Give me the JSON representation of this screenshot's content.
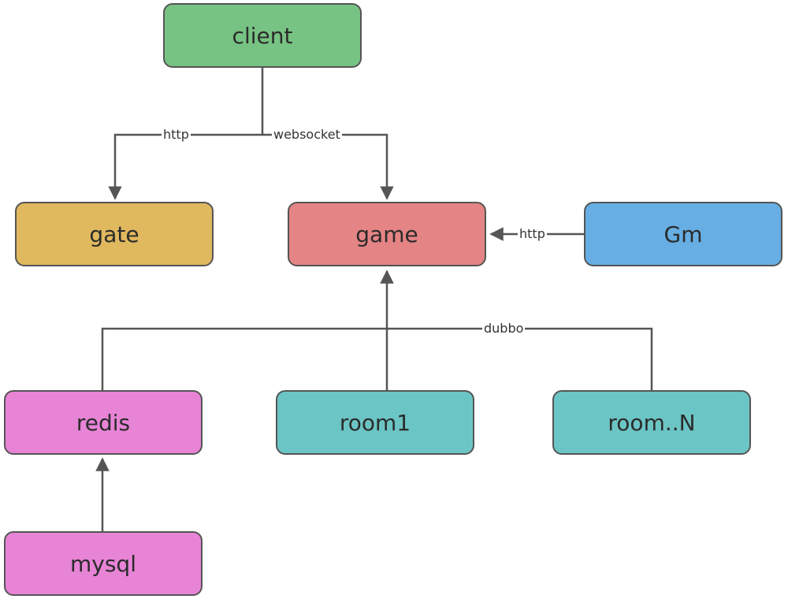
{
  "nodes": {
    "client": {
      "label": "client",
      "color": "#77c383"
    },
    "gate": {
      "label": "gate",
      "color": "#e0b85e"
    },
    "game": {
      "label": "game",
      "color": "#e48484"
    },
    "gm": {
      "label": "Gm",
      "color": "#66aee3"
    },
    "redis": {
      "label": "redis",
      "color": "#e784d6"
    },
    "room1": {
      "label": "room1",
      "color": "#6cc5c5"
    },
    "roomN": {
      "label": "room..N",
      "color": "#6cc5c5"
    },
    "mysql": {
      "label": "mysql",
      "color": "#e784d6"
    }
  },
  "edges": {
    "client_gate_label": "http",
    "client_game_label": "websocket",
    "gm_game_label": "http",
    "dubbo_label": "dubbo"
  },
  "line_color": "#555555"
}
